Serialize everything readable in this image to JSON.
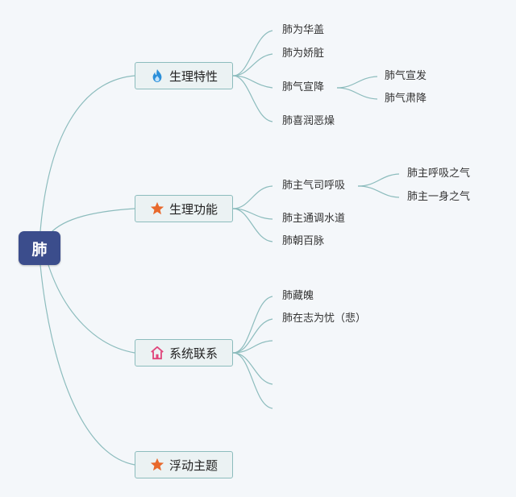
{
  "root": {
    "label": "肺"
  },
  "branches": [
    {
      "label": "生理特性",
      "icon": "flame-icon",
      "children": [
        {
          "label": "肺为华盖"
        },
        {
          "label": "肺为娇脏"
        },
        {
          "label": "肺气宣降",
          "children": [
            {
              "label": "肺气宣发"
            },
            {
              "label": "肺气肃降"
            }
          ]
        },
        {
          "label": "肺喜润恶燥"
        }
      ]
    },
    {
      "label": "生理功能",
      "icon": "star-icon",
      "children": [
        {
          "label": "肺主气司呼吸",
          "children": [
            {
              "label": "肺主呼吸之气"
            },
            {
              "label": "肺主一身之气"
            }
          ]
        },
        {
          "label": "肺主通调水道"
        },
        {
          "label": "肺朝百脉"
        }
      ]
    },
    {
      "label": "系统联系",
      "icon": "house-icon",
      "children": [
        {
          "label": "肺藏魄"
        },
        {
          "label": "肺在志为忧（悲）"
        },
        {
          "label": ""
        },
        {
          "label": ""
        },
        {
          "label": ""
        }
      ]
    },
    {
      "label": "浮动主题",
      "icon": "star-icon",
      "children": []
    }
  ],
  "colors": {
    "root_fill": "#3b4d8c",
    "branch_fill": "#ebf2f3",
    "branch_border": "#8cbcbd",
    "connector": "#8cbcbd",
    "star": "#e8692c",
    "flame": "#2b8fd9",
    "house": "#e0457b",
    "background": "#f4f7fa"
  }
}
